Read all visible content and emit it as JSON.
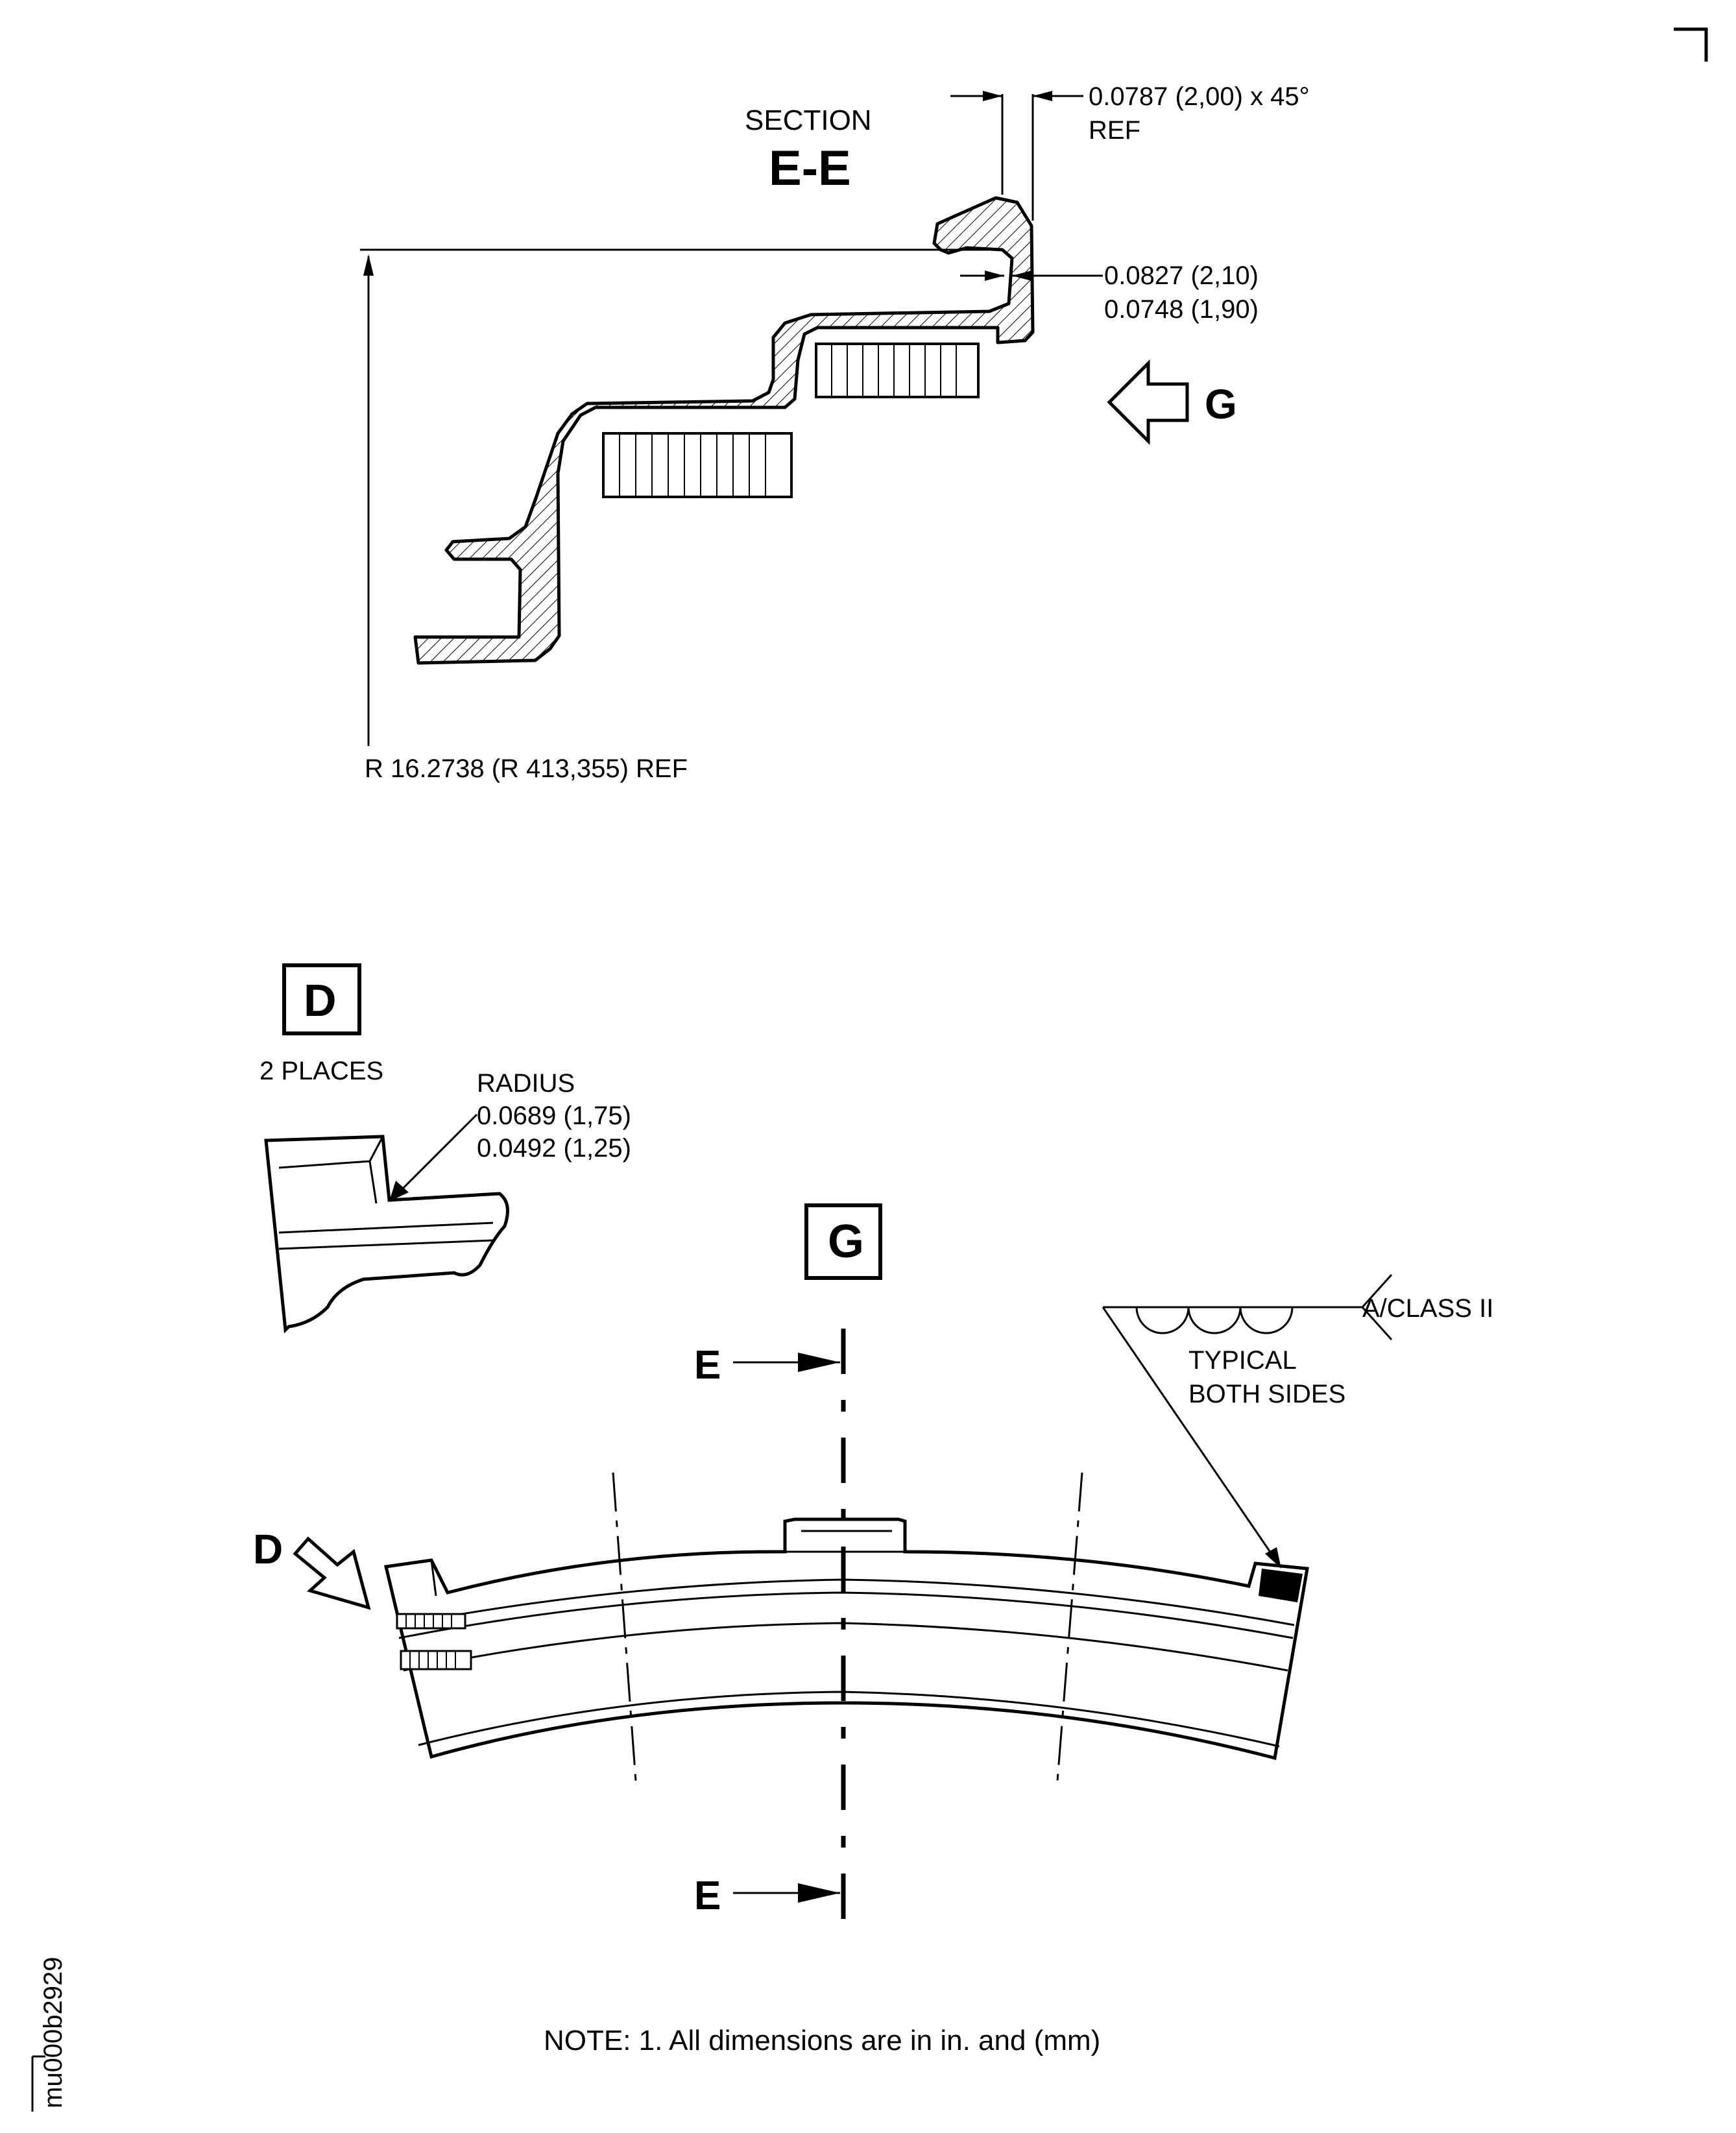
{
  "section": {
    "title_word": "SECTION",
    "title_letters": "E-E",
    "chamfer_dim": "0.0787 (2,00) x 45°",
    "chamfer_ref": "REF",
    "thickness_max": "0.0827 (2,10)",
    "thickness_min": "0.0748 (1,90)",
    "radius_ref": "R 16.2738 (R 413,355) REF",
    "view_arrow_label": "G"
  },
  "detail_d": {
    "box_label": "D",
    "places": "2 PLACES",
    "radius_word": "RADIUS",
    "radius_max": "0.0689 (1,75)",
    "radius_min": "0.0492 (1,25)"
  },
  "view_g": {
    "box_label": "G",
    "cut_label_top": "E",
    "cut_label_bottom": "E",
    "detail_arrow_label": "D",
    "weld_spec": "A/CLASS II",
    "weld_note_line1": "TYPICAL",
    "weld_note_line2": "BOTH SIDES"
  },
  "note": "NOTE: 1. All dimensions are in in. and (mm)",
  "figure_id": "mu000b2929"
}
